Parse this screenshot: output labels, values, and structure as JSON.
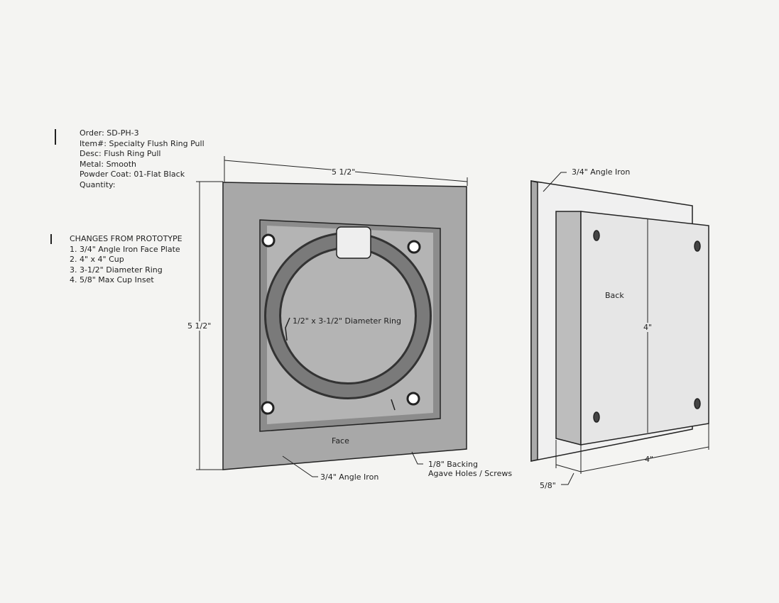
{
  "order_info": {
    "order": "Order: SD-PH-3",
    "item": "Item#: Specialty Flush Ring Pull",
    "desc": "Desc:  Flush Ring Pull",
    "metal": "Metal:  Smooth",
    "powder_coat": "Powder Coat: 01-Flat Black",
    "quantity": "Quantity:"
  },
  "changes": {
    "title": "CHANGES FROM PROTOTYPE",
    "items": [
      "1. 3/4\" Angle Iron Face Plate",
      "2. 4\" x 4\" Cup",
      "3. 3-1/2\" Diameter Ring",
      "4. 5/8\" Max Cup Inset"
    ]
  },
  "front_view": {
    "width_dim": "5 1/2\"",
    "height_dim": "5 1/2\"",
    "ring_label": "1/2\" x 3-1/2\" Diameter Ring",
    "face_label": "Face",
    "angle_iron_label": "3/4\" Angle Iron",
    "backing_label_1": "1/8\" Backing",
    "backing_label_2": "Agave Holes / Screws"
  },
  "side_view": {
    "angle_iron_label": "3/4\" Angle Iron",
    "back_label": "Back",
    "height_dim": "4\"",
    "width_dim": "4\"",
    "inset_dim": "5/8\""
  }
}
